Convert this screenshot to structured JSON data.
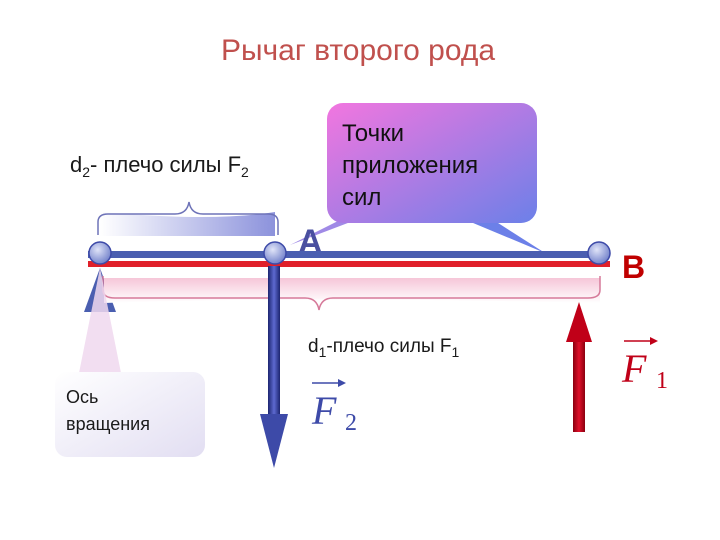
{
  "title": "Рычаг второго рода",
  "d2_label": {
    "main": "d",
    "sub": "2",
    "rest": "- плечо силы F",
    "sub2": "2"
  },
  "d1_label": {
    "main": "d",
    "sub": "1",
    "rest": "-плечо силы F",
    "sub2": "1"
  },
  "callout": {
    "lines": [
      "Точки",
      "приложения",
      "сил"
    ]
  },
  "axis_callout": {
    "lines": [
      "Ось",
      "вращения"
    ]
  },
  "point_a": "A",
  "point_b": "B",
  "force_f1": {
    "letter": "F",
    "index": "1"
  },
  "force_f2": {
    "letter": "F",
    "index": "2"
  },
  "colors": {
    "title": "#c0504d",
    "lever_red": "#e0202a",
    "lever_blue": "#4a5eb0",
    "force_f1": "#c00018",
    "force_f2": "#3d4aa8",
    "callout_top": "#ef6fd8",
    "callout_bottom": "#6f7fe6",
    "axis_box": "#ece9f6",
    "triangle": "#4a5eb0"
  }
}
